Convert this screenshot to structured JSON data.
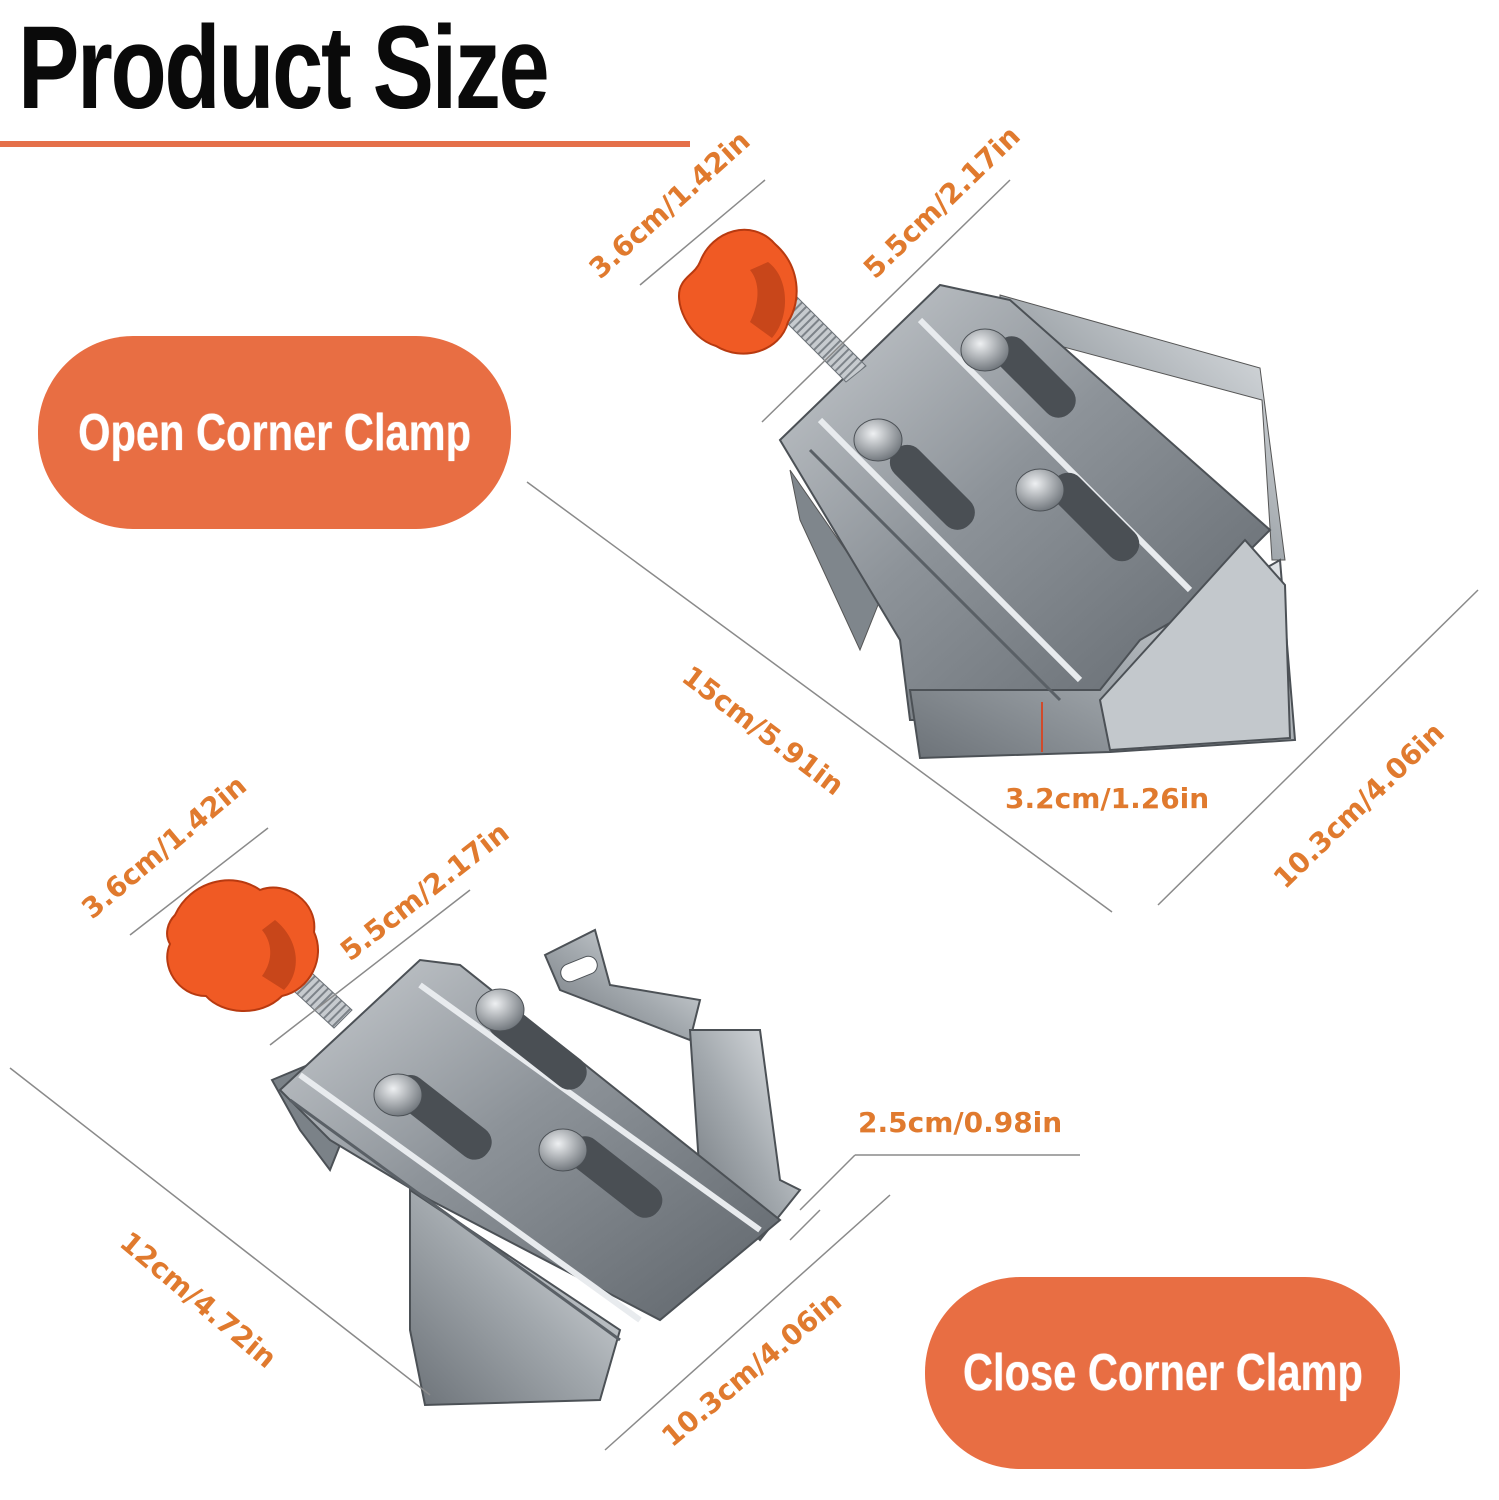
{
  "title": "Product Size",
  "colors": {
    "accent": "#e86e43",
    "dimension_text": "#e07a2e",
    "knob": "#f05a24",
    "metal": "#9aa0a6"
  },
  "labels": {
    "open": "Open Corner Clamp",
    "close": "Close Corner Clamp"
  },
  "open_clamp": {
    "knob_width": "3.6cm/1.42in",
    "screw_length": "5.5cm/2.17in",
    "diagonal": "15cm/5.91in",
    "side_length": "10.3cm/4.06in",
    "jaw_gap": "3.2cm/1.26in"
  },
  "close_clamp": {
    "knob_width": "3.6cm/1.42in",
    "screw_length": "5.5cm/2.17in",
    "diagonal": "12cm/4.72in",
    "side_length": "10.3cm/4.06in",
    "thickness": "2.5cm/0.98in"
  }
}
